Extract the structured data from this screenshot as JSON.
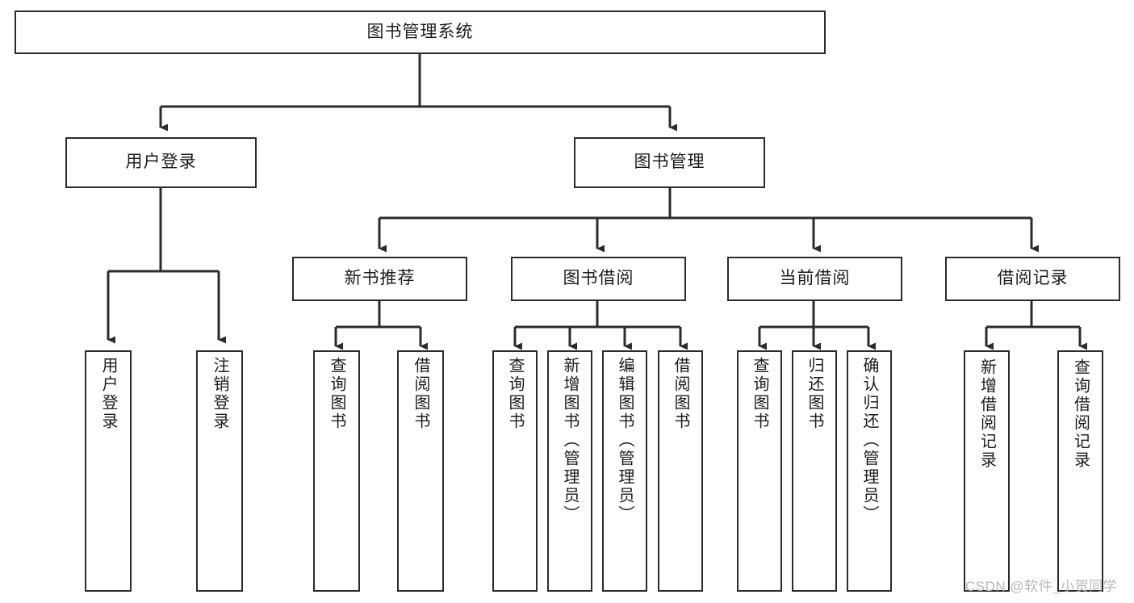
{
  "diagram": {
    "title": "图书管理系统",
    "type": "tree",
    "background_color": "#ffffff",
    "line_color": "#2b2b2b",
    "box_border_color": "#2b2b2b",
    "box_fill_color": "#ffffff",
    "text_color": "#1c1c1c"
  },
  "nodes": {
    "root": {
      "label": "图书管理系统",
      "level": 1,
      "orientation": "horizontal"
    },
    "l2": [
      {
        "id": "user-login",
        "label": "用户登录",
        "level": 2,
        "orientation": "horizontal"
      },
      {
        "id": "book-manage",
        "label": "图书管理",
        "level": 2,
        "orientation": "horizontal"
      }
    ],
    "l3": [
      {
        "id": "new-book-recommend",
        "label": "新书推荐",
        "level": 3,
        "orientation": "horizontal"
      },
      {
        "id": "book-borrow",
        "label": "图书借阅",
        "level": 3,
        "orientation": "horizontal"
      },
      {
        "id": "current-borrow",
        "label": "当前借阅",
        "level": 3,
        "orientation": "horizontal"
      },
      {
        "id": "borrow-record",
        "label": "借阅记录",
        "level": 3,
        "orientation": "horizontal"
      }
    ],
    "leaves": [
      {
        "id": "leaf-user-login",
        "label": "用户登录",
        "parent": "user-login",
        "orientation": "vertical"
      },
      {
        "id": "leaf-user-logout",
        "label": "注销登录",
        "parent": "user-login",
        "orientation": "vertical"
      },
      {
        "id": "leaf-query-book-1",
        "label": "查询图书",
        "parent": "new-book-recommend",
        "orientation": "vertical"
      },
      {
        "id": "leaf-borrow-book-1",
        "label": "借阅图书",
        "parent": "new-book-recommend",
        "orientation": "vertical"
      },
      {
        "id": "leaf-query-book-2",
        "label": "查询图书",
        "parent": "book-borrow",
        "orientation": "vertical"
      },
      {
        "id": "leaf-add-book",
        "label": "新增图书（管理员）",
        "parent": "book-borrow",
        "orientation": "vertical"
      },
      {
        "id": "leaf-edit-book",
        "label": "编辑图书（管理员）",
        "parent": "book-borrow",
        "orientation": "vertical"
      },
      {
        "id": "leaf-borrow-book-2",
        "label": "借阅图书",
        "parent": "book-borrow",
        "orientation": "vertical"
      },
      {
        "id": "leaf-query-book-3",
        "label": "查询图书",
        "parent": "current-borrow",
        "orientation": "vertical"
      },
      {
        "id": "leaf-return-book",
        "label": "归还图书",
        "parent": "current-borrow",
        "orientation": "vertical"
      },
      {
        "id": "leaf-confirm-return",
        "label": "确认归还（管理员）",
        "parent": "current-borrow",
        "orientation": "vertical"
      },
      {
        "id": "leaf-add-record",
        "label": "新增借阅记录",
        "parent": "borrow-record",
        "orientation": "vertical"
      },
      {
        "id": "leaf-query-record",
        "label": "查询借阅记录",
        "parent": "borrow-record",
        "orientation": "vertical"
      }
    ]
  },
  "watermark": {
    "text": "CSDN @软件_小贺同学",
    "color": "#b8b8b8"
  }
}
